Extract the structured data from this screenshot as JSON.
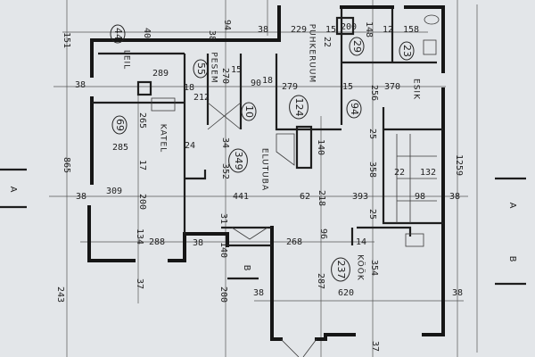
{
  "plan": {
    "rooms": [
      {
        "name": "LEIL",
        "area": "44"
      },
      {
        "name": "PESEM",
        "area": "55"
      },
      {
        "name": "PUHKERUUM",
        "area": "124"
      },
      {
        "name": "KATEL",
        "area": "69"
      },
      {
        "name": "ELUTUBA",
        "area": "349"
      },
      {
        "name": "ESIK",
        "area": "94"
      },
      {
        "name": "KÖÖK",
        "area": "237"
      }
    ],
    "unnamed_areas": [
      "10",
      "29",
      "23"
    ],
    "dimensions": [
      "151",
      "865",
      "243",
      "1259",
      "40",
      "38",
      "94",
      "38",
      "38",
      "289",
      "18",
      "212",
      "270",
      "15",
      "90",
      "18",
      "229",
      "15",
      "200",
      "148",
      "12",
      "158",
      "22",
      "279",
      "15",
      "256",
      "370",
      "265",
      "285",
      "24",
      "17",
      "34",
      "352",
      "140",
      "25",
      "358",
      "22",
      "132",
      "38",
      "309",
      "200",
      "441",
      "62",
      "218",
      "393",
      "98",
      "38",
      "134",
      "288",
      "38",
      "31",
      "140",
      "268",
      "96",
      "14",
      "25",
      "37",
      "200",
      "38",
      "287",
      "620",
      "354",
      "38",
      "37"
    ],
    "section_markers": [
      "A",
      "A",
      "B",
      "B"
    ]
  }
}
